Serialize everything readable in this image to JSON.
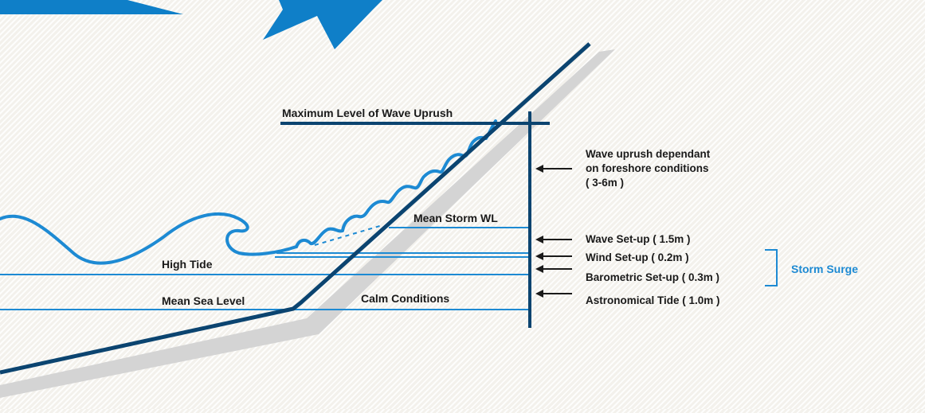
{
  "labels": {
    "max_wave_uprush": "Maximum Level of Wave Uprush",
    "mean_storm_wl": "Mean Storm WL",
    "high_tide": "High Tide",
    "mean_sea_level": "Mean Sea Level",
    "calm_conditions": "Calm Conditions"
  },
  "annotations": {
    "wave_uprush_line1": "Wave uprush dependant",
    "wave_uprush_line2": "on foreshore conditions",
    "wave_uprush_line3": "( 3-6m )",
    "wave_setup": "Wave Set-up ( 1.5m )",
    "wind_setup": "Wind Set-up ( 0.2m )",
    "barometric_setup": "Barometric Set-up ( 0.3m )",
    "astronomical_tide": "Astronomical Tide ( 1.0m )"
  },
  "storm_surge_label": "Storm Surge",
  "colors": {
    "dark_navy": "#0b4470",
    "light_blue": "#1d8ad3",
    "star_blue": "#0f7fc8",
    "shadow_grey": "#d4d4d4",
    "label_text": "#1a1a1a",
    "storm_surge_text": "#1d8ad3"
  }
}
